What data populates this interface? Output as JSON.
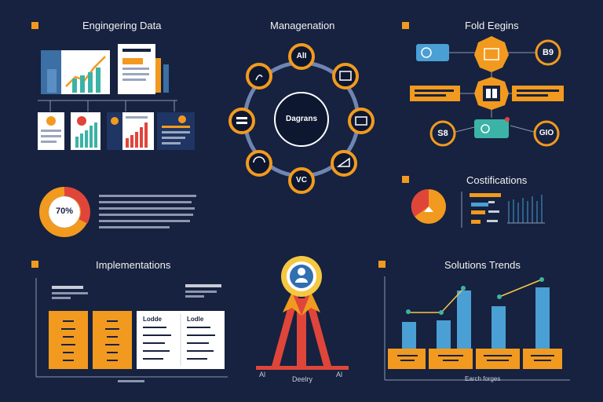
{
  "panels": {
    "engineering": {
      "title": "Engingering Data"
    },
    "management": {
      "title": "Managenation",
      "center": "Dagrans",
      "nodes": [
        "AlI",
        "VC"
      ]
    },
    "fold": {
      "title": "Fold Eegins",
      "labels": [
        "B9",
        "S8",
        "GIO"
      ]
    },
    "costifications": {
      "title": "Costifications"
    },
    "implementations": {
      "title": "Implementations",
      "gauge_label": "70%",
      "col_heads": [
        "Lodde",
        "Lodle"
      ]
    },
    "trophy": {
      "axis_labels": [
        "Al",
        "Deelry",
        "Al"
      ]
    },
    "solutions": {
      "title": "Solutions Trends",
      "xlabel": "Earch forges"
    }
  },
  "colors": {
    "bg": "#16223f",
    "accent": "#f29a1f",
    "blue": "#4a9fd4",
    "red": "#e0453a",
    "teal": "#3bb3a6"
  }
}
